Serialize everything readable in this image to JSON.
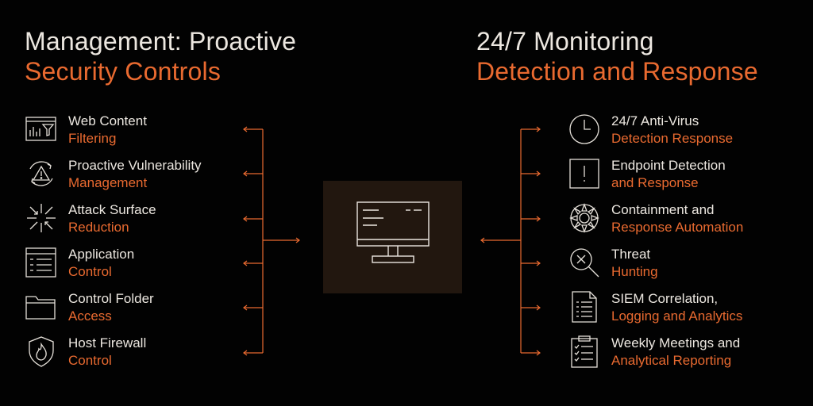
{
  "left": {
    "title_line1": "Management: Proactive",
    "title_line2": "Security Controls",
    "items": [
      {
        "icon": "web-filter-icon",
        "line1": "Web Content",
        "line2": "Filtering"
      },
      {
        "icon": "vulnerability-cycle-icon",
        "line1": "Proactive Vulnerability",
        "line2": "Management"
      },
      {
        "icon": "attack-surface-icon",
        "line1": "Attack Surface",
        "line2": "Reduction"
      },
      {
        "icon": "application-list-icon",
        "line1": "Application",
        "line2": "Control"
      },
      {
        "icon": "folder-icon",
        "line1": "Control Folder",
        "line2": "Access"
      },
      {
        "icon": "firewall-shield-icon",
        "line1": "Host Firewall",
        "line2": "Control"
      }
    ]
  },
  "right": {
    "title_line1": "24/7 Monitoring",
    "title_line2": "Detection and Response",
    "items": [
      {
        "icon": "clock-icon",
        "line1": "24/7 Anti-Virus",
        "line2": "Detection Response"
      },
      {
        "icon": "alert-box-icon",
        "line1": "Endpoint Detection",
        "line2": "and Response"
      },
      {
        "icon": "containment-gear-icon",
        "line1": "Containment and",
        "line2": "Response Automation"
      },
      {
        "icon": "threat-search-icon",
        "line1": "Threat",
        "line2": "Hunting"
      },
      {
        "icon": "document-log-icon",
        "line1": "SIEM Correlation,",
        "line2": "Logging and Analytics"
      },
      {
        "icon": "clipboard-checklist-icon",
        "line1": "Weekly Meetings and",
        "line2": "Analytical Reporting"
      }
    ]
  },
  "center": {
    "icon": "monitor-icon"
  },
  "colors": {
    "accent": "#e96a30",
    "text": "#ece7e0",
    "background": "#020202",
    "center_box": "#22170f"
  }
}
